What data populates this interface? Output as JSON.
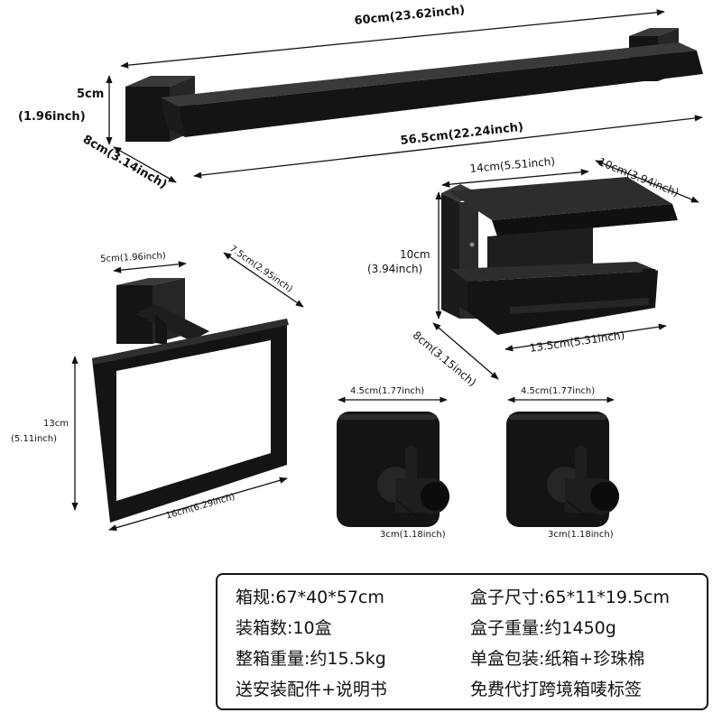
{
  "dimensions": {
    "towel_bar_length": "60cm(23.62inch)",
    "towel_bar_inner": "56.5cm(22.24inch)",
    "towel_bar_height_cm": "5cm",
    "towel_bar_height_inch": "(1.96inch)",
    "towel_bar_depth": "8cm(3.14inch)",
    "paper_holder_width": "14cm(5.51inch)",
    "paper_holder_shelf": "10cm(3.94inch)",
    "paper_holder_height_cm": "10cm",
    "paper_holder_height_inch": "(3.94inch)",
    "paper_holder_depth": "8cm(3.15inch)",
    "paper_holder_bar": "13.5cm(5.31inch)",
    "ring_base": "5cm(1.96inch)",
    "ring_depth": "7.5cm(2.95inch)",
    "ring_height_cm": "13cm",
    "ring_height_inch": "(5.11inch)",
    "ring_width": "16cm(6.29inch)",
    "hook1_width": "4.5cm(1.77inch)",
    "hook1_depth": "3cm(1.18inch)",
    "hook2_width": "4.5cm(1.77inch)",
    "hook2_depth": "3cm(1.18inch)"
  },
  "specs": {
    "left": [
      "箱规:67*40*57cm",
      "装箱数:10盒",
      "整箱重量:约15.5kg",
      "送安装配件+说明书"
    ],
    "right": [
      "盒子尺寸:65*11*19.5cm",
      "盒子重量:约1450g",
      "单盒包装:纸箱+珍珠棉",
      "免费代打跨境箱唛标签"
    ]
  },
  "colors": {
    "product": "#141414",
    "line": "#111111",
    "background": "#ffffff"
  }
}
